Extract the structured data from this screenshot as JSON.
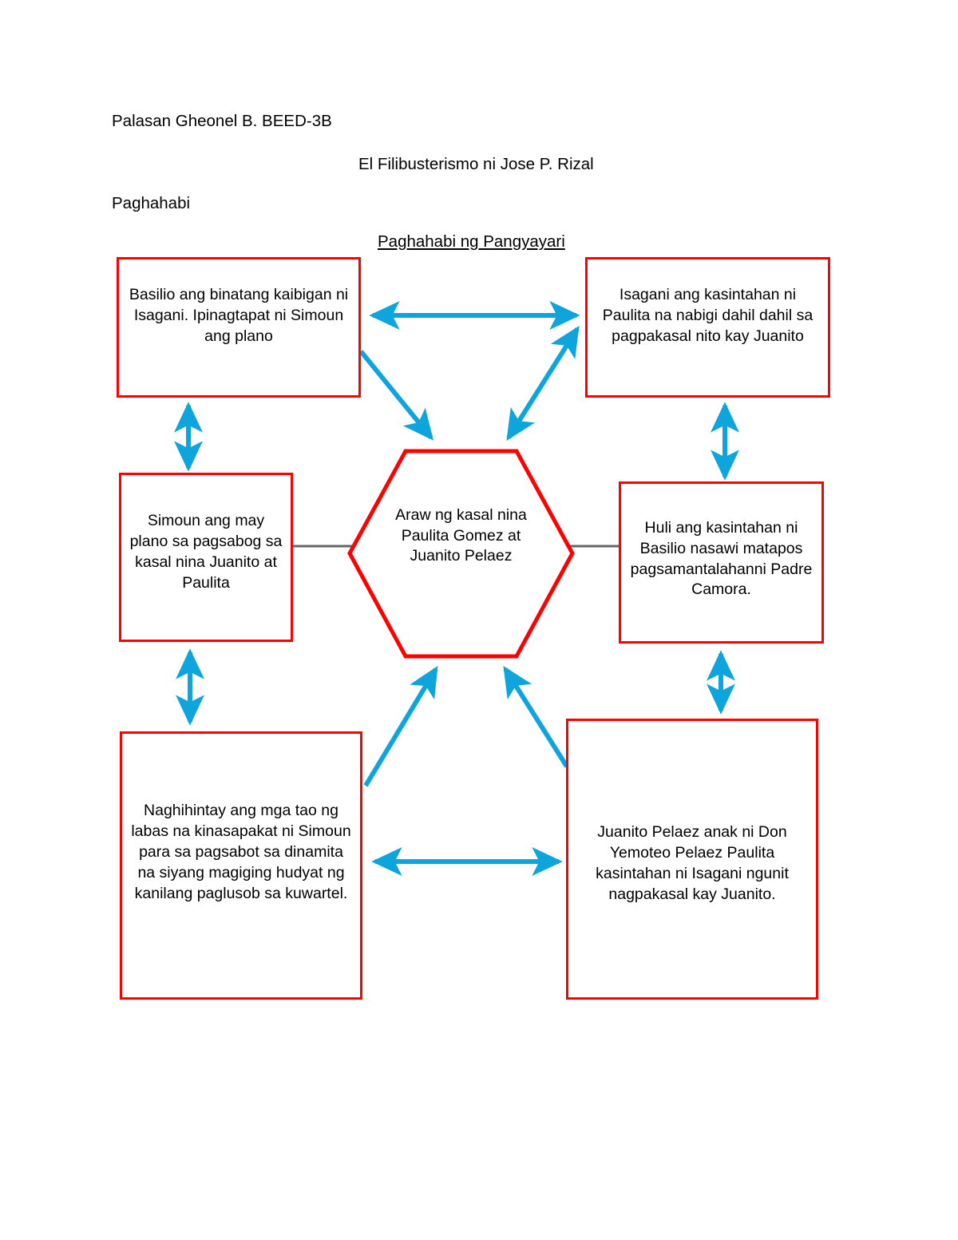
{
  "header": {
    "student": "Palasan Gheonel B.  BEED-3B",
    "work_title": "El Filibusterismo ni Jose P. Rizal",
    "section": "Paghahabi",
    "diagram_title": "Paghahabi ng Pangyayari"
  },
  "colors": {
    "node_border": "#ff0000",
    "arrow": "#0ea5dc",
    "connector_line": "#666666",
    "text": "#000000",
    "background": "#ffffff"
  },
  "diagram": {
    "type": "concept-map",
    "center": {
      "shape": "hexagon",
      "text": "Araw ng kasal nina Paulita Gomez at Juanito Pelaez"
    },
    "nodes": [
      {
        "id": "top-left",
        "shape": "rectangle",
        "text": "Basilio ang binatang kaibigan ni Isagani. Ipinagtapat ni Simoun ang plano"
      },
      {
        "id": "top-right",
        "shape": "rectangle",
        "text": "Isagani ang kasintahan ni Paulita na nabigi dahil dahil sa pagpakasal nito kay Juanito"
      },
      {
        "id": "middle-left",
        "shape": "rectangle",
        "text": "Simoun ang may plano sa pagsabog sa kasal nina Juanito at Paulita"
      },
      {
        "id": "middle-right",
        "shape": "rectangle",
        "text": "Huli ang kasintahan ni Basilio nasawi matapos pagsamantalahanni Padre Camora."
      },
      {
        "id": "bottom-left",
        "shape": "rectangle",
        "text": "Naghihintay ang mga tao ng labas na kinasapakat ni Simoun para sa pagsabot sa dinamita na siyang magiging hudyat ng kanilang paglusob sa kuwartel."
      },
      {
        "id": "bottom-right",
        "shape": "rectangle",
        "text": "Juanito Pelaez anak ni Don Yemoteo Pelaez Paulita kasintahan ni Isagani ngunit nagpakasal kay Juanito."
      }
    ],
    "connectors": [
      {
        "id": "tl-tr",
        "from": "top-left",
        "to": "top-right",
        "style": "double-arrow",
        "color": "#0ea5dc"
      },
      {
        "id": "tl-center",
        "from": "top-left",
        "to": "center",
        "style": "arrow",
        "color": "#0ea5dc"
      },
      {
        "id": "tr-center",
        "from": "top-right",
        "to": "center",
        "style": "arrow",
        "color": "#0ea5dc"
      },
      {
        "id": "tl-ml",
        "from": "top-left",
        "to": "middle-left",
        "style": "double-arrow",
        "color": "#0ea5dc"
      },
      {
        "id": "tr-mr",
        "from": "top-right",
        "to": "middle-right",
        "style": "double-arrow",
        "color": "#0ea5dc"
      },
      {
        "id": "ml-center",
        "from": "middle-left",
        "to": "center",
        "style": "line",
        "color": "#666666"
      },
      {
        "id": "mr-center",
        "from": "middle-right",
        "to": "center",
        "style": "line",
        "color": "#666666"
      },
      {
        "id": "ml-bl",
        "from": "middle-left",
        "to": "bottom-left",
        "style": "double-arrow",
        "color": "#0ea5dc"
      },
      {
        "id": "mr-br",
        "from": "middle-right",
        "to": "bottom-right",
        "style": "double-arrow",
        "color": "#0ea5dc"
      },
      {
        "id": "bl-center",
        "from": "bottom-left",
        "to": "center",
        "style": "arrow",
        "color": "#0ea5dc"
      },
      {
        "id": "br-center",
        "from": "bottom-right",
        "to": "center",
        "style": "arrow",
        "color": "#0ea5dc"
      },
      {
        "id": "bl-br",
        "from": "bottom-left",
        "to": "bottom-right",
        "style": "double-arrow",
        "color": "#0ea5dc"
      }
    ]
  }
}
